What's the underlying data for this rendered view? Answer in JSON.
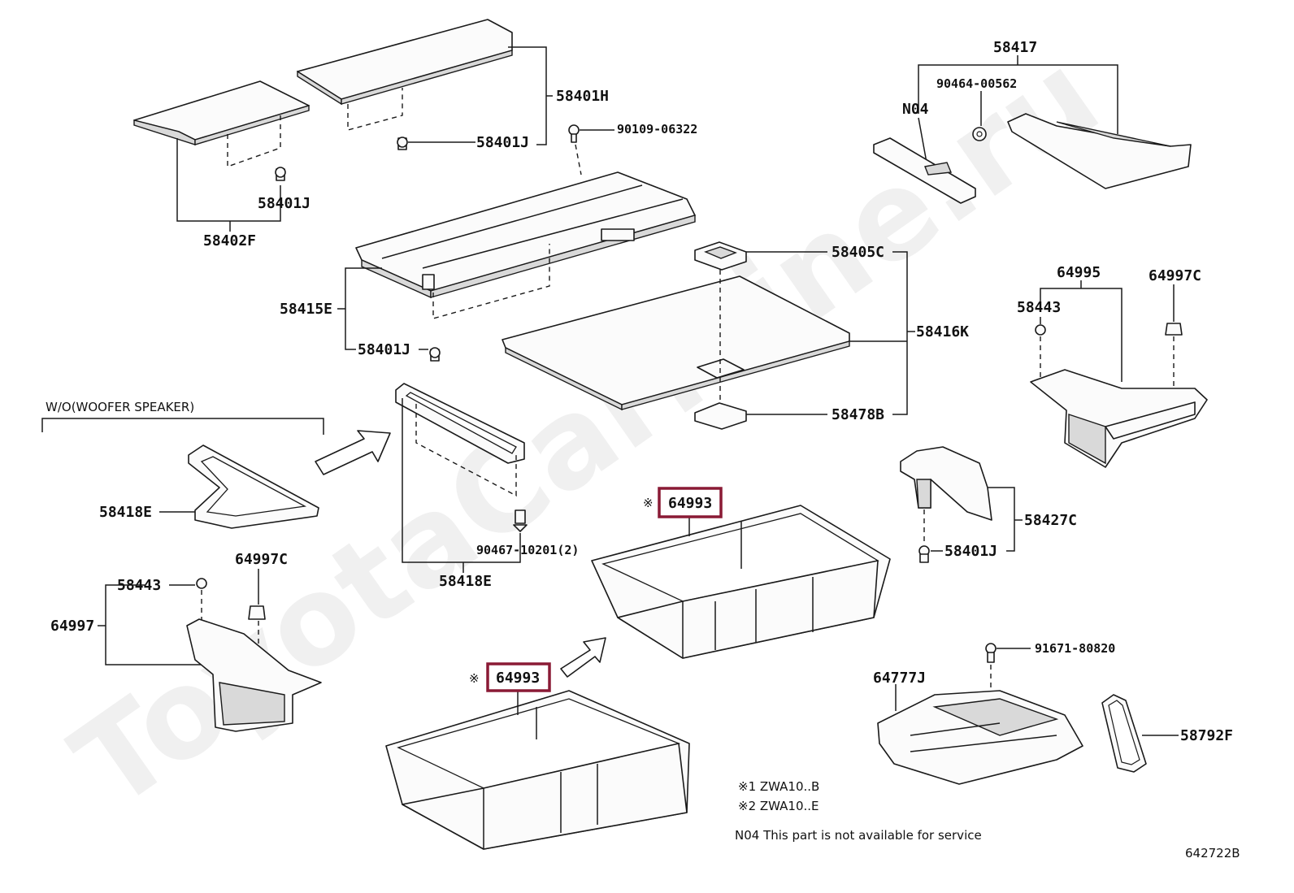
{
  "watermark": "ToyotaCarMine.ru",
  "diagram_code": "642722B",
  "section_title": "W/O(WOOFER SPEAKER)",
  "notes": {
    "note1": "※1 ZWA10..B",
    "note2": "※2 ZWA10..E",
    "note3": "N04 This part is not available for service"
  },
  "labels": {
    "p58417": "58417",
    "p90464": "90464-00562",
    "pN04": "N04",
    "p58401H": "58401H",
    "p58401J_top": "58401J",
    "p90109": "90109-06322",
    "p58401J_left": "58401J",
    "p58402F": "58402F",
    "p58405C": "58405C",
    "p58415E": "58415E",
    "p58416K": "58416K",
    "p58401J_mid": "58401J",
    "p58478B": "58478B",
    "p64995": "64995",
    "p64997C_right": "64997C",
    "p58443_right": "58443",
    "p58418E_left": "58418E",
    "p90467": "90467-10201(2)",
    "p58418E_mid": "58418E",
    "p64993_top_mark": "※",
    "p64993_top": "64993",
    "p58427C": "58427C",
    "p58401J_right": "58401J",
    "p64997C_left": "64997C",
    "p58443_left": "58443",
    "p64997": "64997",
    "p91671": "91671-80820",
    "p64777J": "64777J",
    "p64993_bottom_mark": "※",
    "p64993_bottom": "64993",
    "p58792F": "58792F"
  },
  "colors": {
    "highlight": "#8a1a35",
    "line": "#1a1a1a",
    "watermark": "#ececec"
  }
}
